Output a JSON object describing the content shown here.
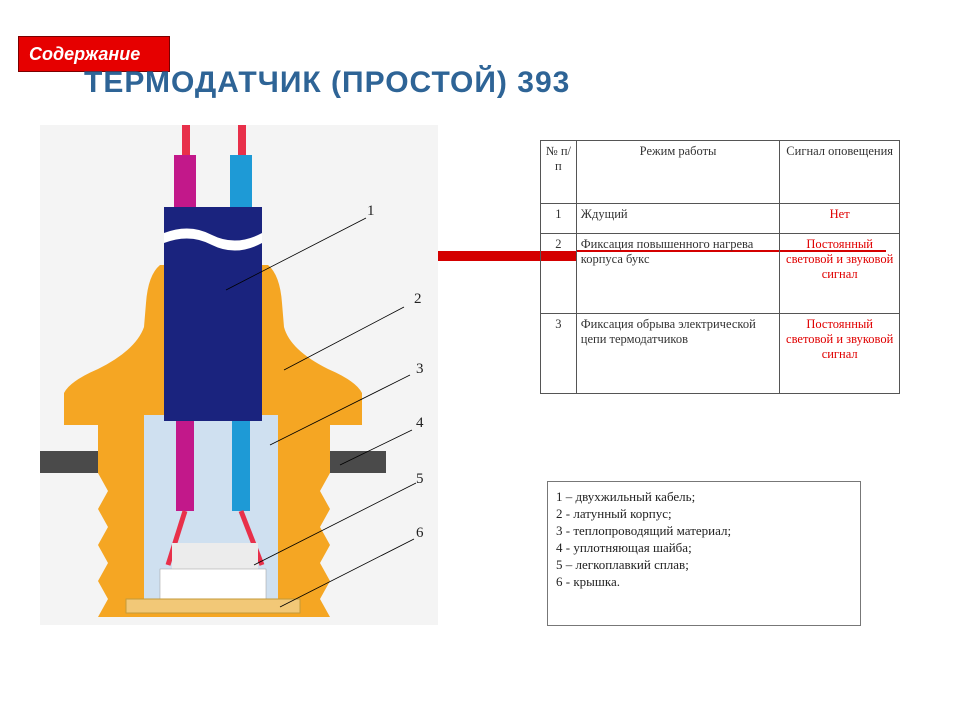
{
  "nav": {
    "content_button": "Содержание"
  },
  "title": "ТЕРМОДАТЧИК (ПРОСТОЙ)  393",
  "diagram": {
    "callouts": [
      "1",
      "2",
      "3",
      "4",
      "5",
      "6"
    ],
    "colors": {
      "body": "#f5a623",
      "cable": "#1a237e",
      "wire_magenta": "#c2188a",
      "wire_blue": "#1e9ad6",
      "wire_red": "#e8304a",
      "filler": "#cfe0f0",
      "washer": "#4a4a4a",
      "alloy": "#ffffff",
      "cap": "#f2c877"
    }
  },
  "table": {
    "headers": [
      "№ п/п",
      "Режим   работы",
      "Сигнал оповещения"
    ],
    "rows": [
      {
        "num": "1",
        "mode": "Ждущий",
        "signal": "Нет"
      },
      {
        "num": "2",
        "mode": "Фиксация повышенного нагрева корпуса букс",
        "signal": "Постоянный световой и звуковой сигнал"
      },
      {
        "num": "3",
        "mode": "Фиксация обрыва электрической цепи термодатчиков",
        "signal": "Постоянный световой и звуковой сигнал"
      }
    ]
  },
  "legend": [
    "1 – двухжильный кабель;",
    "2 -  латунный корпус;",
    "3 - теплопроводящий материал;",
    "4 - уплотняющая шайба;",
    "5 – легкоплавкий сплав;",
    "6 - крышка."
  ]
}
